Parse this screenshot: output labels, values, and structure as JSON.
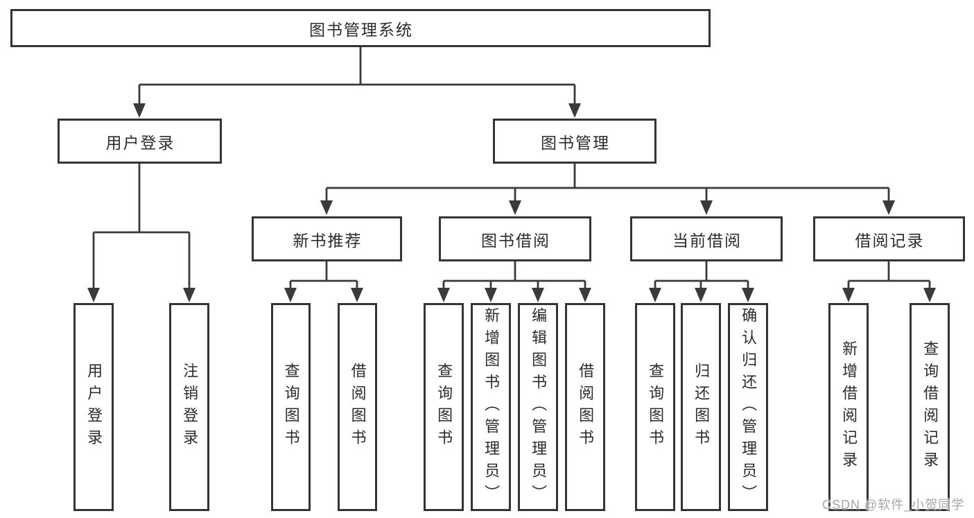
{
  "diagram": {
    "type": "hierarchy-tree",
    "colors": {
      "background": "#ffffff",
      "box_border": "#343434",
      "connector_line": "#3a3a3a",
      "text": "#2b2b2b",
      "watermark_text": "#a6a6a6"
    },
    "tree": {
      "root": {
        "label": "图书管理系统",
        "children": [
          {
            "label": "用户登录",
            "children": [
              {
                "label": "用户登录"
              },
              {
                "label": "注销登录"
              }
            ]
          },
          {
            "label": "图书管理",
            "children": [
              {
                "label": "新书推荐",
                "children": [
                  {
                    "label": "查询图书"
                  },
                  {
                    "label": "借阅图书"
                  }
                ]
              },
              {
                "label": "图书借阅",
                "children": [
                  {
                    "label": "查询图书"
                  },
                  {
                    "label": "新增图书（管理员）"
                  },
                  {
                    "label": "编辑图书（管理员）"
                  },
                  {
                    "label": "借阅图书"
                  }
                ]
              },
              {
                "label": "当前借阅",
                "children": [
                  {
                    "label": "查询图书"
                  },
                  {
                    "label": "归还图书"
                  },
                  {
                    "label": "确认归还（管理员）"
                  }
                ]
              },
              {
                "label": "借阅记录",
                "children": [
                  {
                    "label": "新增借阅记录"
                  },
                  {
                    "label": "查询借阅记录"
                  }
                ]
              }
            ]
          }
        ]
      }
    },
    "watermark": {
      "text": "CSDN @软件_小贺同学"
    }
  }
}
